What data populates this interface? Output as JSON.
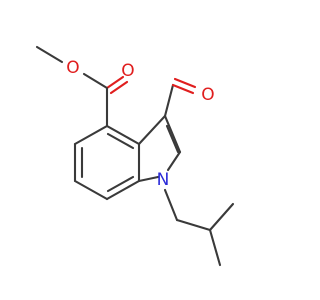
{
  "molecule": {
    "atoms": {
      "ester_ether_oxygen": "O",
      "ester_carbonyl_oxygen": "O",
      "aldehyde_oxygen": "O",
      "indole_nitrogen": "N"
    }
  },
  "colors": {
    "bond": "#3a3a3a",
    "oxygen": "#e01e1e",
    "nitrogen": "#2a2ad8",
    "background": "#ffffff"
  }
}
